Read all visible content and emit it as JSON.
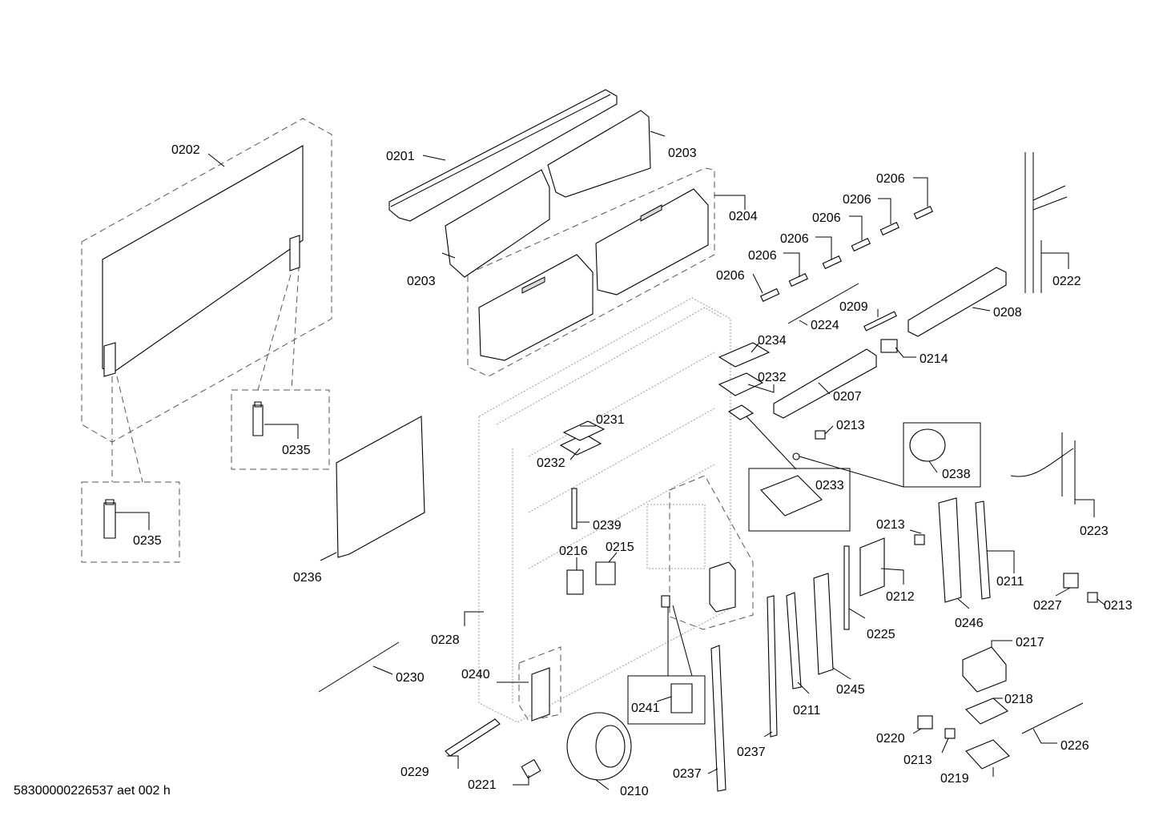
{
  "diagram": {
    "footer_code": "58300000226537 aet 002 h",
    "parts": {
      "p0201": "0201",
      "p0202": "0202",
      "p0203a": "0203",
      "p0203b": "0203",
      "p0204": "0204",
      "p0206a": "0206",
      "p0206b": "0206",
      "p0206c": "0206",
      "p0206d": "0206",
      "p0206e": "0206",
      "p0206f": "0206",
      "p0207": "0207",
      "p0208": "0208",
      "p0209": "0209",
      "p0210": "0210",
      "p0211a": "0211",
      "p0211b": "0211",
      "p0212": "0212",
      "p0213a": "0213",
      "p0213b": "0213",
      "p0213c": "0213",
      "p0213d": "0213",
      "p0214": "0214",
      "p0215": "0215",
      "p0216": "0216",
      "p0217": "0217",
      "p0218": "0218",
      "p0219": "0219",
      "p0220": "0220",
      "p0221": "0221",
      "p0222": "0222",
      "p0223": "0223",
      "p0224": "0224",
      "p0225": "0225",
      "p0226": "0226",
      "p0227": "0227",
      "p0228": "0228",
      "p0229": "0229",
      "p0230": "0230",
      "p0231": "0231",
      "p0232a": "0232",
      "p0232b": "0232",
      "p0233": "0233",
      "p0234": "0234",
      "p0235a": "0235",
      "p0235b": "0235",
      "p0236": "0236",
      "p0237a": "0237",
      "p0237b": "0237",
      "p0238": "0238",
      "p0239": "0239",
      "p0240": "0240",
      "p0241": "0241",
      "p0245": "0245",
      "p0246": "0246"
    }
  }
}
